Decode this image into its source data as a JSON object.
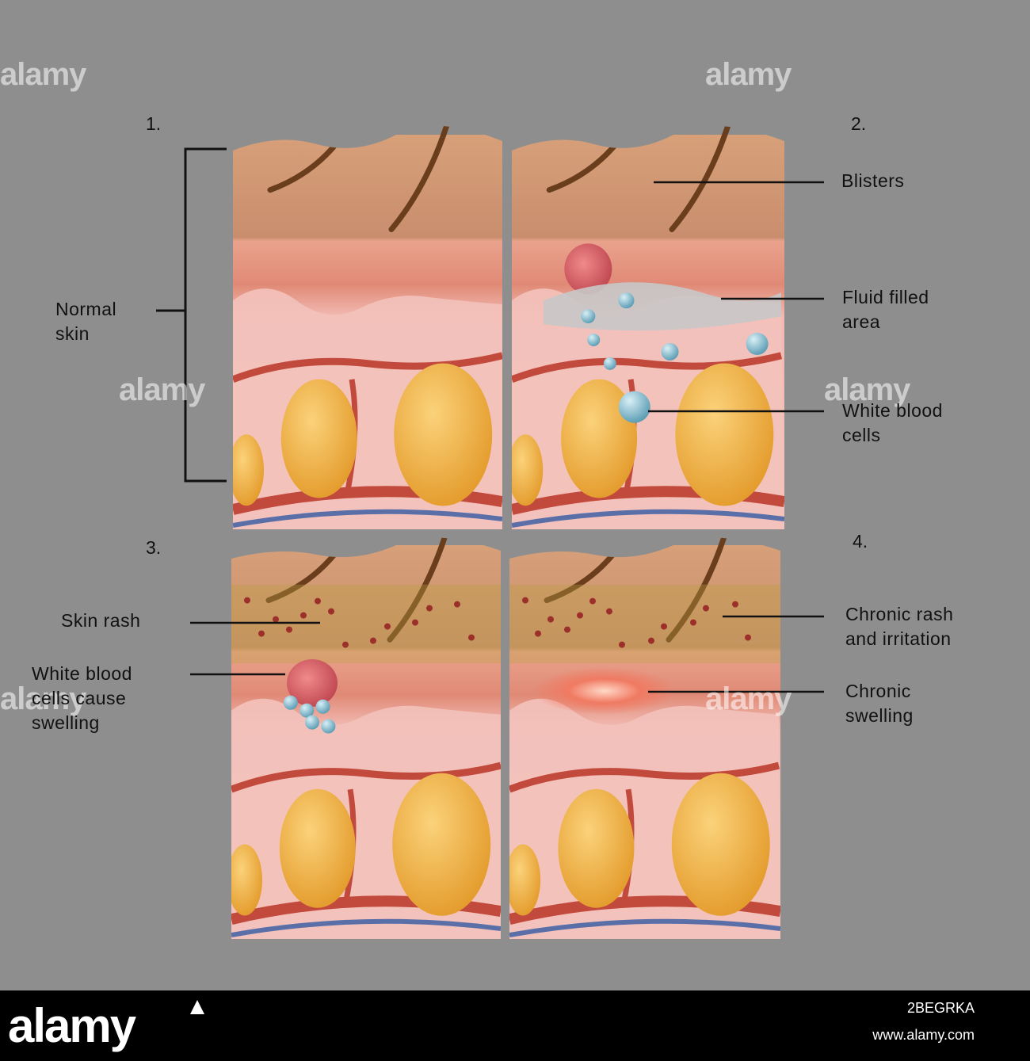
{
  "panels": [
    {
      "number": "1.",
      "labels": [
        {
          "id": "normal-skin",
          "text": "Normal\nskin"
        }
      ]
    },
    {
      "number": "2.",
      "labels": [
        {
          "id": "blisters",
          "text": "Blisters"
        },
        {
          "id": "fluid-filled-area",
          "text": "Fluid filled\narea"
        },
        {
          "id": "white-blood-cells",
          "text": "White blood\ncells"
        }
      ]
    },
    {
      "number": "3.",
      "labels": [
        {
          "id": "skin-rash",
          "text": "Skin rash"
        },
        {
          "id": "wbc-swelling",
          "text": "White blood\ncells cause\nswelling"
        }
      ]
    },
    {
      "number": "4.",
      "labels": [
        {
          "id": "chronic-rash",
          "text": "Chronic rash\nand irritation"
        },
        {
          "id": "chronic-swelling",
          "text": "Chronic\nswelling"
        }
      ]
    }
  ],
  "watermark": {
    "text": "alamy"
  },
  "footer": {
    "logo": "alamy",
    "image_id": "2BEGRKA",
    "site": "www.alamy.com"
  },
  "colors": {
    "background": "#8e8e8e",
    "epidermis": "#c98e6e",
    "dermis": "#f1b9b1",
    "fat": "#f2b145",
    "vessel": "#c24a3c",
    "wbc": "#8ec3d6"
  }
}
